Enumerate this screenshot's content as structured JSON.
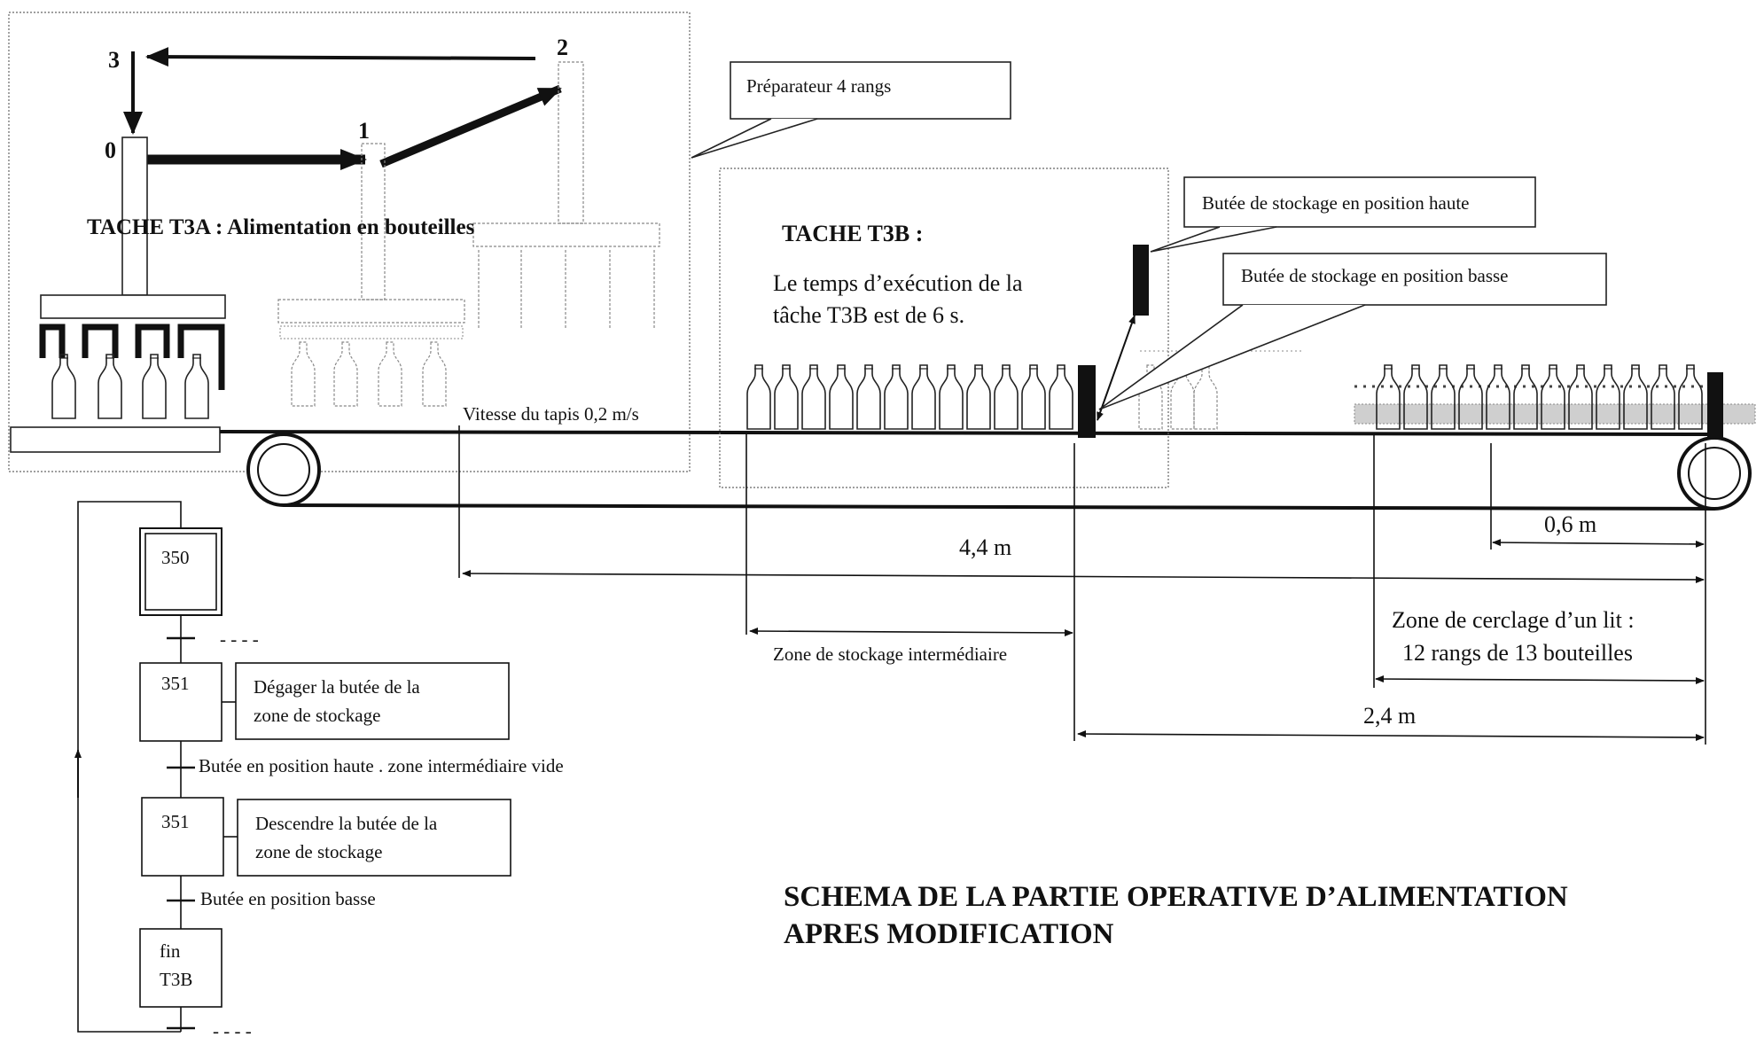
{
  "labels": {
    "pos3": "3",
    "pos2": "2",
    "pos1": "1",
    "pos0": "0",
    "preparateur": "Préparateur 4 rangs",
    "tache_t3a": "TACHE T3A : Alimentation en bouteilles",
    "tache_t3b": "TACHE T3B :",
    "t3b_line1": "Le temps d’exécution de la",
    "t3b_line2": "tâche T3B est de 6 s.",
    "butee_haute": "Butée de stockage en position haute",
    "butee_basse": "Butée de stockage en position basse",
    "vitesse": "Vitesse du tapis 0,2 m/s",
    "dim_44": "4,4 m",
    "dim_06": "0,6 m",
    "dim_24": "2,4 m",
    "zone_stockage": "Zone de stockage intermédiaire",
    "zone_cerclage_1": "Zone de cerclage d’un lit :",
    "zone_cerclage_2": "12 rangs de 13 bouteilles",
    "title_1": "SCHEMA DE LA PARTIE OPERATIVE D’ALIMENTATION",
    "title_2": "APRES MODIFICATION"
  },
  "grafcet": {
    "step_initial": "350",
    "step_a": "351",
    "action_a_1": "Dégager la butée de la",
    "action_a_2": "zone de stockage",
    "transition_a": "Butée en position haute . zone intermédiaire vide",
    "step_b": "351",
    "action_b_1": "Descendre  la butée de la",
    "action_b_2": "zone de stockage",
    "transition_b": "Butée en position  basse",
    "step_end_1": "fin",
    "step_end_2": "T3B",
    "dashes": "- - - -"
  }
}
